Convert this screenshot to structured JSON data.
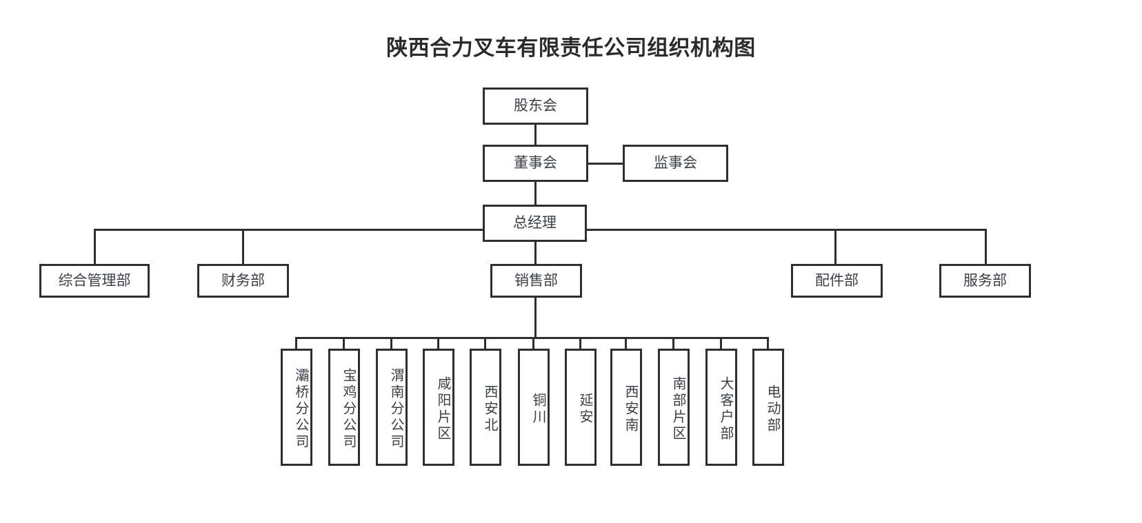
{
  "title": "陕西合力叉车有限责任公司组织机构图",
  "theme": {
    "border_color": "#2e2e2e",
    "text_color": "#3a3f47",
    "title_color": "#2b2b2b",
    "background": "#ffffff"
  },
  "nodes": {
    "shareholders": "股东会",
    "board_of_directors": "董事会",
    "board_of_supervisors": "监事会",
    "general_manager": "总经理",
    "departments": [
      "综合管理部",
      "财务部",
      "销售部",
      "配件部",
      "服务部"
    ],
    "sales_branches": [
      "灞桥分公司",
      "宝鸡分公司",
      "渭南分公司",
      "咸阳片区",
      "西安北",
      "铜川",
      "延安",
      "西安南",
      "南部片区",
      "大客户部",
      "电动部"
    ]
  }
}
